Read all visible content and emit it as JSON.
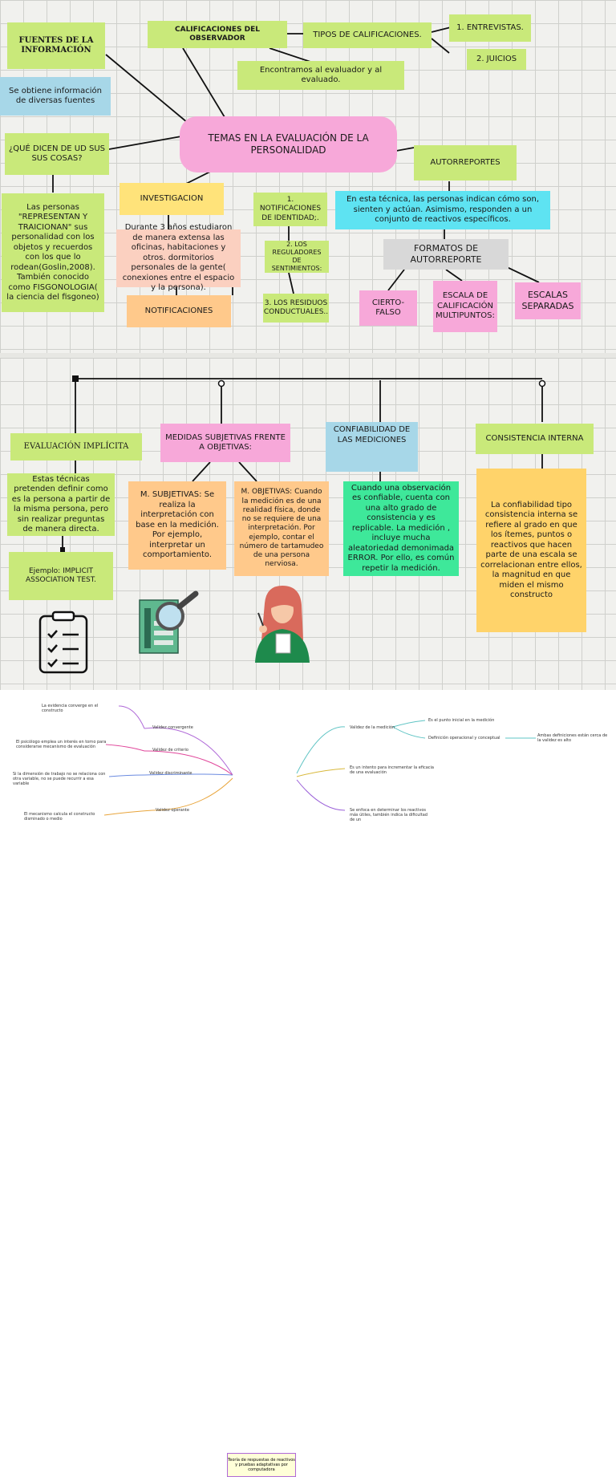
{
  "top": {
    "fuentes": "FUENTES DE LA INFORMACIÓN",
    "fuentes_desc": "Se obtiene información de diversas fuentes",
    "calif_observador": "CALIFICACIONES DEL OBSERVADOR",
    "tipos_calif": "TIPOS DE CALIFICACIONES.",
    "entrevistas": "1.   ENTREVISTAS.",
    "juicios": "2. JUICIOS",
    "encontramos": "Encontramos al evaluador y al evaluado.",
    "central": "TEMAS EN LA EVALUACIÓN DE LA PERSONALIDAD",
    "que_dicen": "¿QUÉ DICEN DE UD SUS SUS COSAS?",
    "personas": "Las personas \"REPRESENTAN Y TRAICIONAN\" sus personalidad con los objetos y recuerdos con los que lo rodean(Goslin,2008). También conocido como FISGONOLOGIA( la ciencia del fisgoneo)",
    "investigacion": "INVESTIGACION",
    "durante": "Durante 3 años estudiaron de manera extensa las oficinas, habitaciones y otros. dormitorios personales de la gente( conexiones entre el espacio y la persona).",
    "notificaciones": "NOTIFICACIONES",
    "notif_identidad": "1. NOTIFICACIONES DE IDENTIDAD;.",
    "reguladores": "2. LOS REGULADORES DE SENTIMIENTOS:",
    "residuos": "3.  LOS RESIDUOS CONDUCTUALES..",
    "autorreportes": "AUTORREPORTES",
    "autorreportes_desc": "En esta técnica, las personas indican cómo son, sienten y actúan. Asimismo, responden a un conjunto de reactivos específicos.",
    "formatos": "FORMATOS DE AUTORREPORTE",
    "cierto_falso": "CIERTO-FALSO",
    "escala_calif": "ESCALA DE CALIFICACIÓN MULTIPUNTOS:",
    "escalas_separadas": "ESCALAS SEPARADAS"
  },
  "middle": {
    "evaluacion_implicita": "EVALUACIÓN IMPLÍCITA",
    "implicita_desc": "Estas técnicas pretenden definir como es la persona a partir de la misma persona, pero sin realizar preguntas de manera directa.",
    "ejemplo": "Ejemplo: IMPLICIT ASSOCIATION TEST.",
    "medidas": "MEDIDAS SUBJETIVAS FRENTE A OBJETIVAS:",
    "subjetivas": "M. SUBJETIVAS: Se realiza la interpretación con base en la medición. Por ejemplo, interpretar un comportamiento.",
    "objetivas": "M. OBJETIVAS: Cuando la medición es de una realidad física, donde no se requiere de una interpretación. Por ejemplo, contar el número de tartamudeo de una persona nerviosa.",
    "confiabilidad": "CONFIABILIDAD DE LAS MEDICIONES",
    "confiabilidad_desc": "Cuando una observación es confiable, cuenta con una alto grado de consistencia y es replicable. La medición , incluye mucha aleatoriedad demonimada ERROR. Por ello, es común repetir la medición.",
    "consistencia": "CONSISTENCIA INTERNA",
    "consistencia_desc": "La confiabilidad tipo consistencia interna se refiere al grado en que los ítemes, puntos o reactivos que hacen parte de una escala se correlacionan entre ellos, la magnitud en que miden el mismo constructo"
  },
  "bottom": {
    "root": "Teoría de respuestas de reactivos y pruebas adaptativas por computadora",
    "l1": "La evidencia converge en el constructo",
    "l2": "Validez convergente",
    "l3": "El psicólogo emplea un interés en torno para considerarse mecanismo de evaluación",
    "l4": "Validez de criterio",
    "l5": "Si la dimensión de trabajo no se relaciona con otra variable, no se puede recurrir a esa variable",
    "l6": "Validez discriminante",
    "l7": "El mecanismo calcula el constructo disminado o medio",
    "l8": "Validez operante",
    "r1": "Validez de la medición",
    "r2": "Es el punto inicial en la medición",
    "r3": "Definición operacional y conceptual",
    "r4": "Ambas definiciones están cerca de la validez es alto",
    "r5": "Es un intento para incrementar la eficacia de una evaluación",
    "r6": "Se enfoca en determinar los reactivos más útiles, también indica la dificultad de un"
  }
}
